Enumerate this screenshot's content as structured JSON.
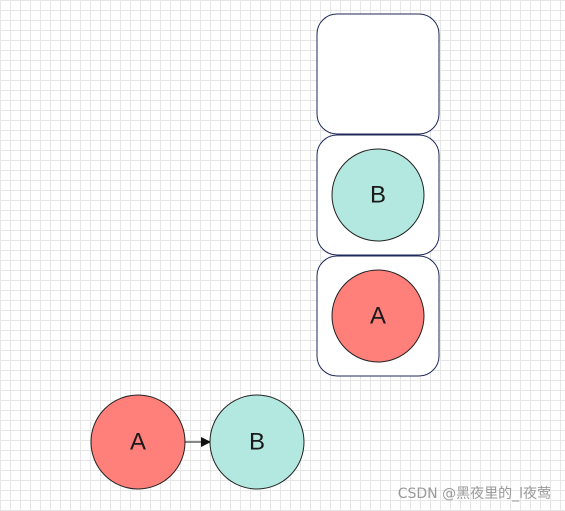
{
  "colors": {
    "node_a_fill": "#FF7F7A",
    "node_b_fill": "#B2E8DF",
    "node_stroke": "#222222",
    "box_stroke": "#1f2a5a",
    "edge": "#111111"
  },
  "stack": {
    "slots": [
      {
        "label": ""
      },
      {
        "label": "B"
      },
      {
        "label": "A"
      }
    ]
  },
  "chain": {
    "nodes": [
      {
        "label": "A"
      },
      {
        "label": "B"
      }
    ]
  },
  "watermark": "CSDN @黑夜里的_l夜莺"
}
